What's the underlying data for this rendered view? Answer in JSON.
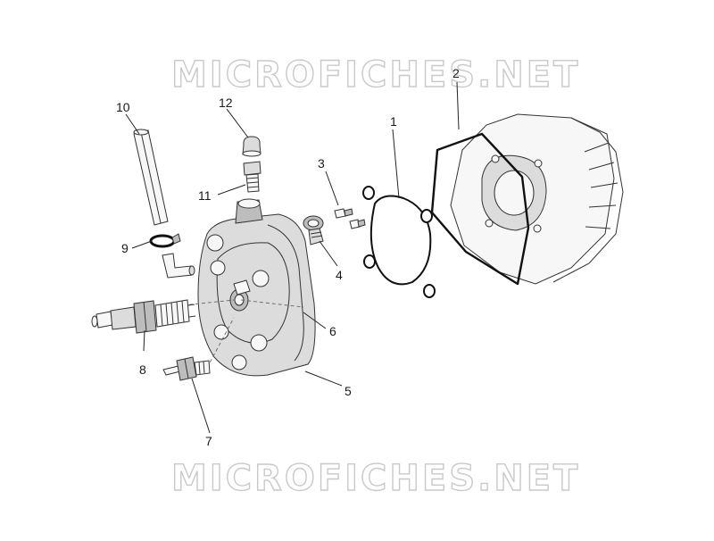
{
  "watermark": {
    "top": "MICROFICHES.NET",
    "bottom": "MICROFICHES.NET"
  },
  "callouts": [
    {
      "id": "1",
      "label": "1"
    },
    {
      "id": "2",
      "label": "2"
    },
    {
      "id": "3",
      "label": "3"
    },
    {
      "id": "4",
      "label": "4"
    },
    {
      "id": "5",
      "label": "5"
    },
    {
      "id": "6",
      "label": "6"
    },
    {
      "id": "7",
      "label": "7"
    },
    {
      "id": "8",
      "label": "8"
    },
    {
      "id": "9",
      "label": "9"
    },
    {
      "id": "10",
      "label": "10"
    },
    {
      "id": "11",
      "label": "11"
    },
    {
      "id": "12",
      "label": "12"
    }
  ],
  "colors": {
    "line": "#333333",
    "watermark_outline": "#c9c9c9",
    "background": "#ffffff"
  }
}
